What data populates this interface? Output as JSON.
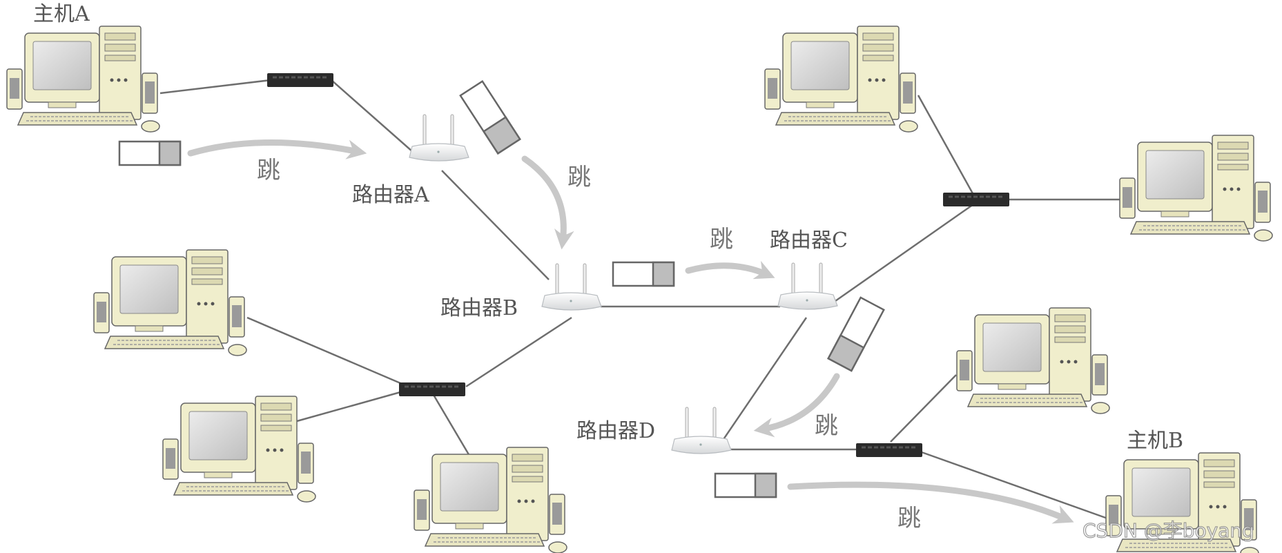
{
  "labels": {
    "host_a": "主机A",
    "host_b": "主机B",
    "router_a": "路由器A",
    "router_b": "路由器B",
    "router_c": "路由器C",
    "router_d": "路由器D",
    "hop": "跳",
    "watermark": "CSDN @李boyang"
  },
  "colors": {
    "link": "#6e6e6e",
    "arrow": "#c8c8c8",
    "label": "#555555",
    "packet_fill": "#bdbdbd",
    "computer_body": "#f0eecc",
    "computer_screen": "#d9d9d9",
    "switch": "#2b2b2b"
  }
}
